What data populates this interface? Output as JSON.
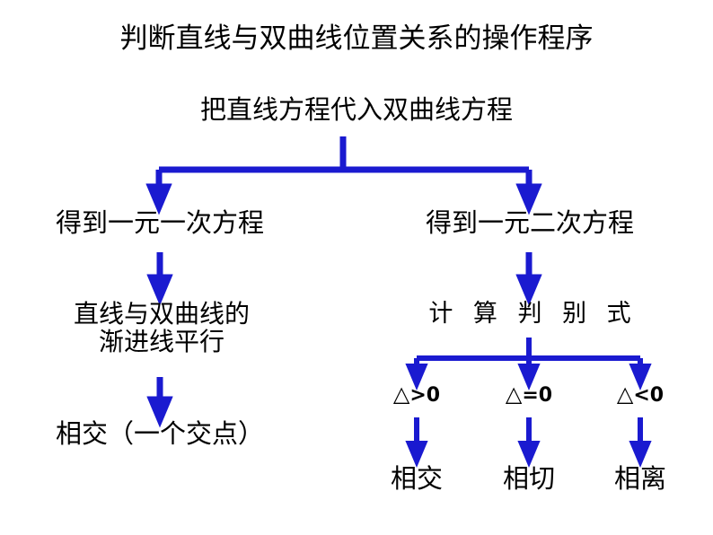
{
  "diagram": {
    "title": "判断直线与双曲线位置关系的操作程序",
    "accent_color": "#1a1ad0",
    "text_color": "#000000",
    "background_color": "#ffffff",
    "nodes": {
      "root": "把直线方程代入双曲线方程",
      "left_branch_1": "得到一元一次方程",
      "right_branch_1": "得到一元二次方程",
      "left_branch_2_line1": "直线与双曲线的",
      "left_branch_2_line2": "渐进线平行",
      "left_branch_3": "相交（一个交点）",
      "right_branch_2": "计 算 判 别 式"
    },
    "conditions": [
      {
        "triangle": "△",
        "relation": ">0",
        "result": "相交"
      },
      {
        "triangle": "△",
        "relation": "=0",
        "result": "相切"
      },
      {
        "triangle": "△",
        "relation": "<0",
        "result": "相离"
      }
    ]
  }
}
